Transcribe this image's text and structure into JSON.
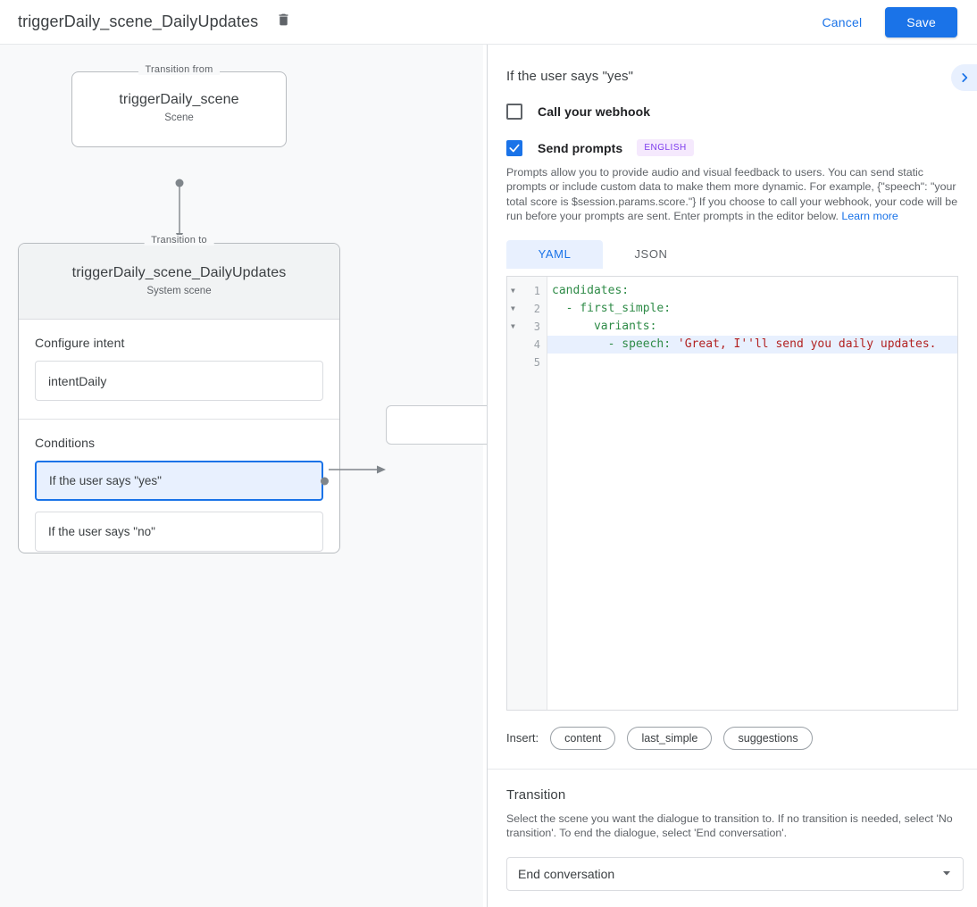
{
  "topbar": {
    "title": "triggerDaily_scene_DailyUpdates",
    "delete_icon": "trash-icon",
    "cancel_label": "Cancel",
    "save_label": "Save"
  },
  "canvas": {
    "transition_from": {
      "legend": "Transition from",
      "name": "triggerDaily_scene",
      "type": "Scene"
    },
    "transition_to": {
      "legend": "Transition to",
      "name": "triggerDaily_scene_DailyUpdates",
      "type": "System scene"
    },
    "configure_intent": {
      "label": "Configure intent",
      "value": "intentDaily"
    },
    "conditions": {
      "label": "Conditions",
      "items": [
        {
          "label": "If the user says \"yes\"",
          "selected": true
        },
        {
          "label": "If the user says \"no\"",
          "selected": false
        }
      ]
    }
  },
  "panel": {
    "title": "If the user says \"yes\"",
    "expand_icon": "chevron-right-icon",
    "webhook": {
      "label": "Call your webhook",
      "checked": false
    },
    "prompts": {
      "label": "Send prompts",
      "checked": true,
      "language_badge": "ENGLISH",
      "description": "Prompts allow you to provide audio and visual feedback to users. You can send static prompts or include custom data to make them more dynamic. For example, {\"speech\": \"your total score is $session.params.score.\"} If you choose to call your webhook, your code will be run before your prompts are sent. Enter prompts in the editor below. ",
      "learn_more": "Learn more"
    },
    "editor": {
      "tabs": [
        {
          "label": "YAML",
          "active": true
        },
        {
          "label": "JSON",
          "active": false
        }
      ],
      "line_numbers": [
        "1",
        "2",
        "3",
        "4",
        "5"
      ],
      "folds": [
        true,
        true,
        true,
        false,
        false
      ],
      "active_line": 4,
      "lines": [
        {
          "n": 1,
          "key": "candidates:",
          "str": ""
        },
        {
          "n": 2,
          "key": "  - first_simple:",
          "str": ""
        },
        {
          "n": 3,
          "key": "      variants:",
          "str": ""
        },
        {
          "n": 4,
          "key": "        - speech: ",
          "str": "'Great, I''ll send you daily updates."
        },
        {
          "n": 5,
          "key": "",
          "str": ""
        }
      ]
    },
    "insert": {
      "label": "Insert:",
      "chips": [
        "content",
        "last_simple",
        "suggestions"
      ]
    },
    "transition": {
      "heading": "Transition",
      "description": "Select the scene you want the dialogue to transition to. If no transition is needed, select 'No transition'. To end the dialogue, select 'End conversation'.",
      "selected": "End conversation",
      "dropdown_icon": "chevron-down-icon"
    }
  },
  "colors": {
    "accent": "#1a73e8",
    "selected_bg": "#e8f0fe",
    "canvas_bg": "#f8f9fa",
    "badge_bg": "#f5e9fd",
    "badge_fg": "#7c3aed",
    "yaml_key": "#2e8b47",
    "yaml_string": "#b22222"
  }
}
